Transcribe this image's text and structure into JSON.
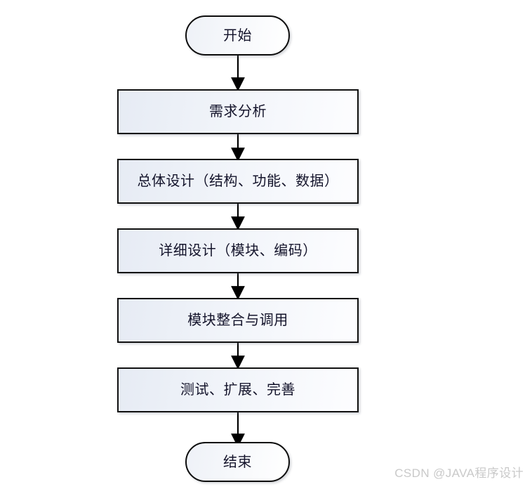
{
  "diagram": {
    "type": "flowchart",
    "orientation": "top-to-bottom",
    "background_color": "#ffffff",
    "node_border_color": "#111111",
    "node_fill_start": "#e6ebf4",
    "node_fill_end": "#fdfdff",
    "node_text_color": "#14142b",
    "connector_color": "#000000",
    "nodes": [
      {
        "id": "start",
        "shape": "terminator",
        "label": "开始"
      },
      {
        "id": "requirements",
        "shape": "process",
        "label": "需求分析"
      },
      {
        "id": "overall",
        "shape": "process",
        "label": "总体设计（结构、功能、数据）"
      },
      {
        "id": "detailed",
        "shape": "process",
        "label": "详细设计（模块、编码）"
      },
      {
        "id": "integration",
        "shape": "process",
        "label": "模块整合与调用"
      },
      {
        "id": "testing",
        "shape": "process",
        "label": "测试、扩展、完善"
      },
      {
        "id": "end",
        "shape": "terminator",
        "label": "结束"
      }
    ],
    "edges": [
      {
        "from": "start",
        "to": "requirements",
        "arrow": "down"
      },
      {
        "from": "requirements",
        "to": "overall",
        "arrow": "down"
      },
      {
        "from": "overall",
        "to": "detailed",
        "arrow": "down"
      },
      {
        "from": "detailed",
        "to": "integration",
        "arrow": "down"
      },
      {
        "from": "integration",
        "to": "testing",
        "arrow": "down"
      },
      {
        "from": "testing",
        "to": "end",
        "arrow": "down"
      }
    ]
  },
  "watermark": {
    "text": "CSDN @JAVA程序设计"
  }
}
